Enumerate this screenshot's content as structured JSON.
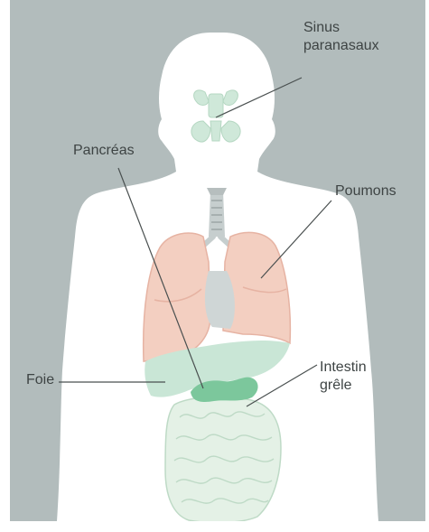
{
  "labels": {
    "sinus": [
      "Sinus",
      "paranasaux"
    ],
    "pancreas": "Pancréas",
    "poumons": "Poumons",
    "foie": "Foie",
    "intestin": [
      "Intestin",
      "grêle"
    ]
  },
  "colors": {
    "background": "#b2bcbc",
    "body_silhouette": "#ffffff",
    "lungs": "#f3cfc1",
    "lung_outline": "#e6b3a3",
    "trachea": "#c6cece",
    "sinus": "#cfe8d9",
    "liver": "#c9e6d6",
    "pancreas": "#7cc79c",
    "intestine": "#e4f1e6",
    "intestine_outline": "#bedac6",
    "leader_line": "#4a5050",
    "text": "#3e4444"
  }
}
